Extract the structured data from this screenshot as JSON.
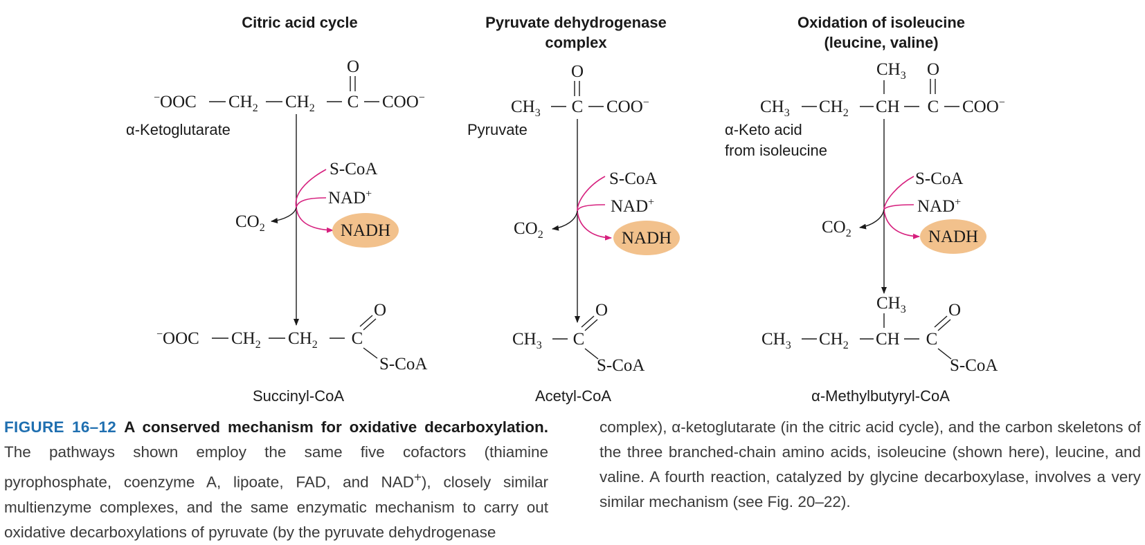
{
  "columns": [
    {
      "title": [
        "Citric acid cycle"
      ],
      "substrate_name": "α-Ketoglutarate",
      "product_name": "Succinyl-CoA"
    },
    {
      "title": [
        "Pyruvate dehydrogenase",
        "complex"
      ],
      "substrate_name": "Pyruvate",
      "product_name": "Acetyl-CoA"
    },
    {
      "title": [
        "Oxidation of isoleucine",
        "(leucine, valine)"
      ],
      "substrate_name": [
        "α-Keto acid",
        "from isoleucine"
      ],
      "product_name": "α-Methylbutyryl-CoA"
    }
  ],
  "chem": {
    "coa": "S-CoA",
    "nad": "NAD",
    "nad_charge": "+",
    "nadh": "NADH",
    "co2": "CO",
    "co2_sub": "2",
    "o": "O",
    "ch3": "CH",
    "ch3_sub": "3",
    "ch2": "CH",
    "ch2_sub": "2",
    "ch": "CH",
    "c": "C",
    "ooc": "OOC",
    "coo": "COO",
    "minus": "−"
  },
  "colors": {
    "magenta_arrow": "#d6207e",
    "nadh_fill": "#f2c18c",
    "figure_label": "#1f6fb0"
  },
  "caption": {
    "label": "FIGURE 16–12",
    "title": "A conserved mechanism for oxidative decarboxylation.",
    "left_text_1": "The pathways shown employ the same five cofactors (thiamine pyrophosphate, coenzyme A, lipoate, FAD, and NAD",
    "left_sup": "+",
    "left_text_2": "), closely similar multienzyme complexes, and the same enzymatic mechanism to carry out oxidative decarboxylations of pyruvate (by the pyruvate dehydrogenase",
    "right_text": "complex), α-ketoglutarate (in the citric acid cycle), and the carbon skeletons of the three branched-chain amino acids, isoleucine (shown here), leucine, and valine. A fourth reaction, catalyzed by glycine decarboxylase, involves a very similar mechanism (see Fig. 20–22)."
  }
}
